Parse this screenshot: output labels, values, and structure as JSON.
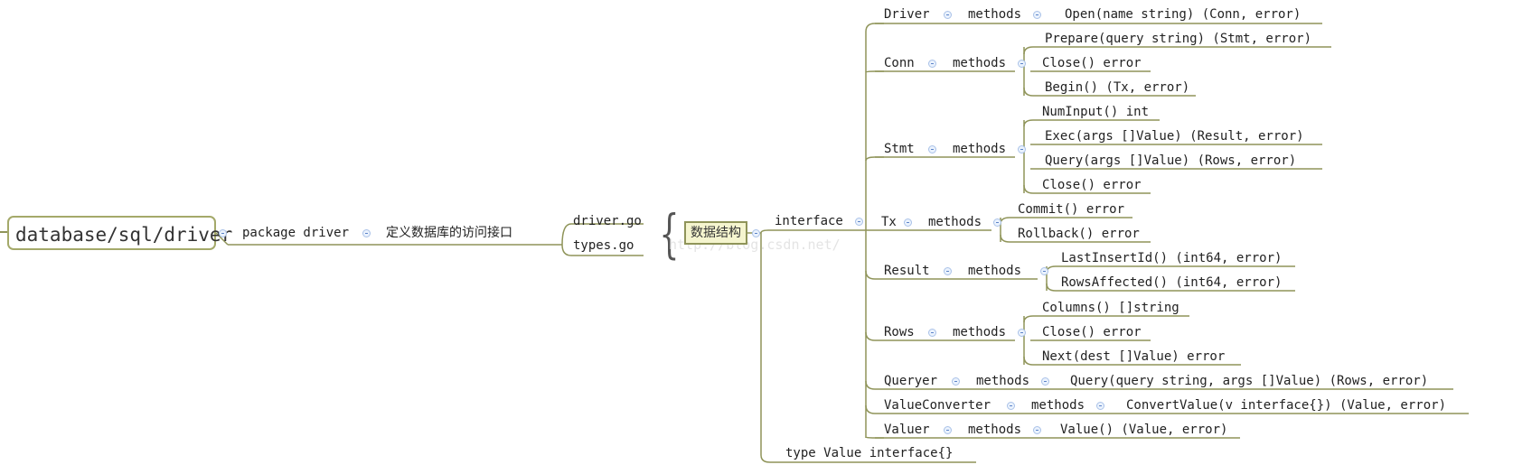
{
  "root": {
    "label": "database/sql/driver"
  },
  "package": {
    "label": "package driver",
    "desc": "定义数据库的访问接口"
  },
  "files": [
    "driver.go",
    "types.go"
  ],
  "data_structures": {
    "label": "数据结构"
  },
  "interface": {
    "label": "interface"
  },
  "type_value": {
    "label": "type Value interface{}"
  },
  "methods_label": "methods",
  "watermark": "http://blog.csdn.net/",
  "interfaces": [
    {
      "name": "Driver",
      "methods": [
        "Open(name string) (Conn, error)"
      ]
    },
    {
      "name": "Conn",
      "methods": [
        "Prepare(query string) (Stmt, error)",
        "Close() error",
        "Begin() (Tx, error)"
      ]
    },
    {
      "name": "Stmt",
      "methods": [
        "NumInput() int",
        "Exec(args []Value) (Result, error)",
        "Query(args []Value) (Rows, error)",
        "Close() error"
      ]
    },
    {
      "name": "Tx",
      "methods": [
        "Commit() error",
        "Rollback() error"
      ]
    },
    {
      "name": "Result",
      "methods": [
        "LastInsertId() (int64, error)",
        "RowsAffected() (int64, error)"
      ]
    },
    {
      "name": "Rows",
      "methods": [
        "Columns() []string",
        "Close() error",
        "Next(dest []Value) error"
      ]
    },
    {
      "name": "Queryer",
      "methods": [
        "Query(query string, args []Value) (Rows, error)"
      ]
    },
    {
      "name": "ValueConverter",
      "methods": [
        "ConvertValue(v interface{}) (Value, error)"
      ]
    },
    {
      "name": "Valuer",
      "methods": [
        "Value() (Value, error)"
      ]
    }
  ]
}
